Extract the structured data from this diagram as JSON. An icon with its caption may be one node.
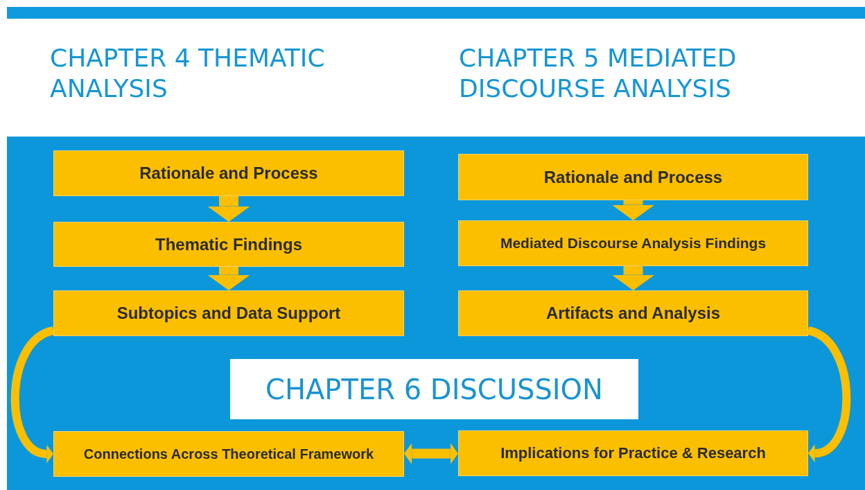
{
  "diagram": {
    "nodes": [
      {
        "text": [
          "Rationale and Process"
        ]
      },
      {
        "text": [
          "Thematic Findings"
        ]
      },
      {
        "text": [
          "Subtopics and Data Support"
        ]
      },
      {
        "text": [
          "Rationale and Process"
        ]
      },
      {
        "text": [
          "Mediated Discourse Analysis Findings"
        ]
      },
      {
        "text": [
          "Artifacts and Analysis"
        ]
      },
      {
        "text": [
          "CHAPTER 6 DISCUSSION"
        ]
      },
      {
        "text": [
          "Connections Across Theoretical Framework"
        ]
      },
      {
        "text": [
          "Implications for Practice & Research"
        ]
      }
    ],
    "edges": [
      {
        "from": 0,
        "to": 1,
        "arrow": "to"
      },
      {
        "from": 1,
        "to": 2,
        "arrow": "to"
      },
      {
        "from": 3,
        "to": 4,
        "arrow": "to"
      },
      {
        "from": 4,
        "to": 5,
        "arrow": "to"
      },
      {
        "from": 2,
        "to": 7,
        "arrow": "to"
      },
      {
        "from": 5,
        "to": 8,
        "arrow": "to"
      },
      {
        "from": 7,
        "to": 8,
        "arrow": "both"
      }
    ],
    "labels": [
      "CHAPTER 4 THEMATIC ANALYSIS",
      "CHAPTER 5 MEDIATED DISCOURSE ANALYSIS"
    ]
  }
}
